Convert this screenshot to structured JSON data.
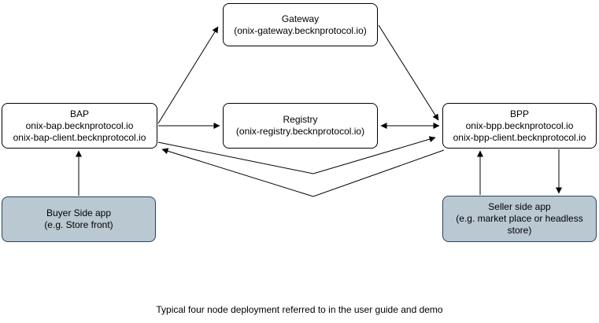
{
  "diagram": {
    "nodes": {
      "gateway": {
        "lines": [
          "Gateway",
          "(onix-gateway.becknprotocol.io)"
        ]
      },
      "bap": {
        "lines": [
          "BAP",
          "onix-bap.becknprotocol.io",
          "onix-bap-client.becknprotocol.io"
        ]
      },
      "registry": {
        "lines": [
          "Registry",
          "(onix-registry.becknprotocol.io)"
        ]
      },
      "bpp": {
        "lines": [
          "BPP",
          "onix-bpp.becknprotocol.io",
          "onix-bpp-client.becknprotocol.io"
        ]
      },
      "buyer_app": {
        "lines": [
          "Buyer Side app",
          "(e.g. Store front)"
        ]
      },
      "seller_app": {
        "lines": [
          "Seller side app",
          "(e.g. market place or headless store)"
        ]
      }
    },
    "edges": [
      "bap-to-gateway",
      "bap-to-registry",
      "gateway-to-bpp",
      "registry-to-bpp-bidirectional",
      "bap-to-bpp",
      "bpp-to-bap",
      "buyer-app-to-bap",
      "seller-app-to-bpp",
      "bpp-to-seller-app"
    ],
    "caption": "Typical four node deployment referred to in the user guide and demo",
    "colors": {
      "node_fill": "#ffffff",
      "node_stroke": "#000000",
      "app_fill": "#bac8d2",
      "app_stroke": "#23445c",
      "arrow_color": "#000000",
      "text_color": "#000000"
    }
  }
}
